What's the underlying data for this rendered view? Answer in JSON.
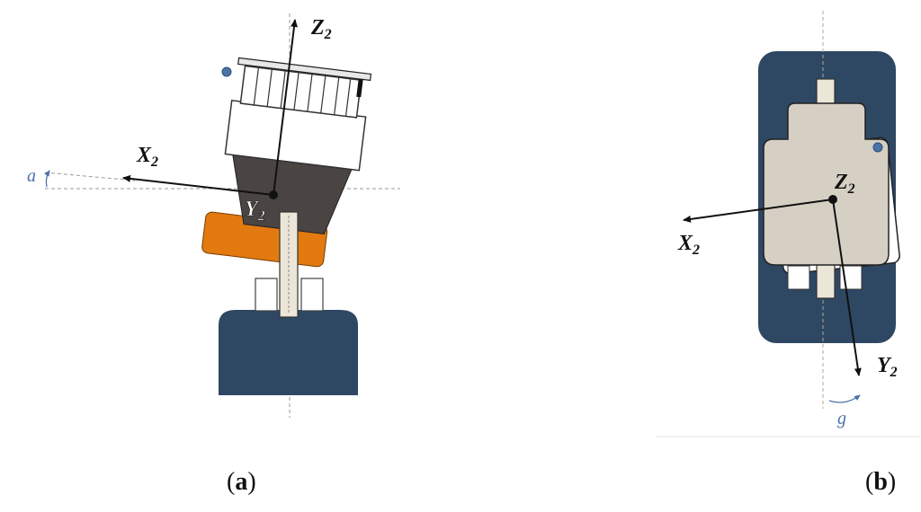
{
  "panel_a": {
    "axis_z": "Z",
    "axis_x": "X",
    "axis_y": "Y",
    "axis_subscript": "2",
    "angle": "a",
    "caption_letter": "a"
  },
  "panel_b": {
    "axis_z": "Z",
    "axis_x": "X",
    "axis_y": "Y",
    "axis_subscript": "2",
    "angle": "g",
    "caption_letter": "b"
  },
  "colors": {
    "navy": "#2e4763",
    "orange": "#e27a10",
    "dark_gray": "#4a4442",
    "beige": "#d6cfc4",
    "marker_blue": "#4b73a8"
  }
}
